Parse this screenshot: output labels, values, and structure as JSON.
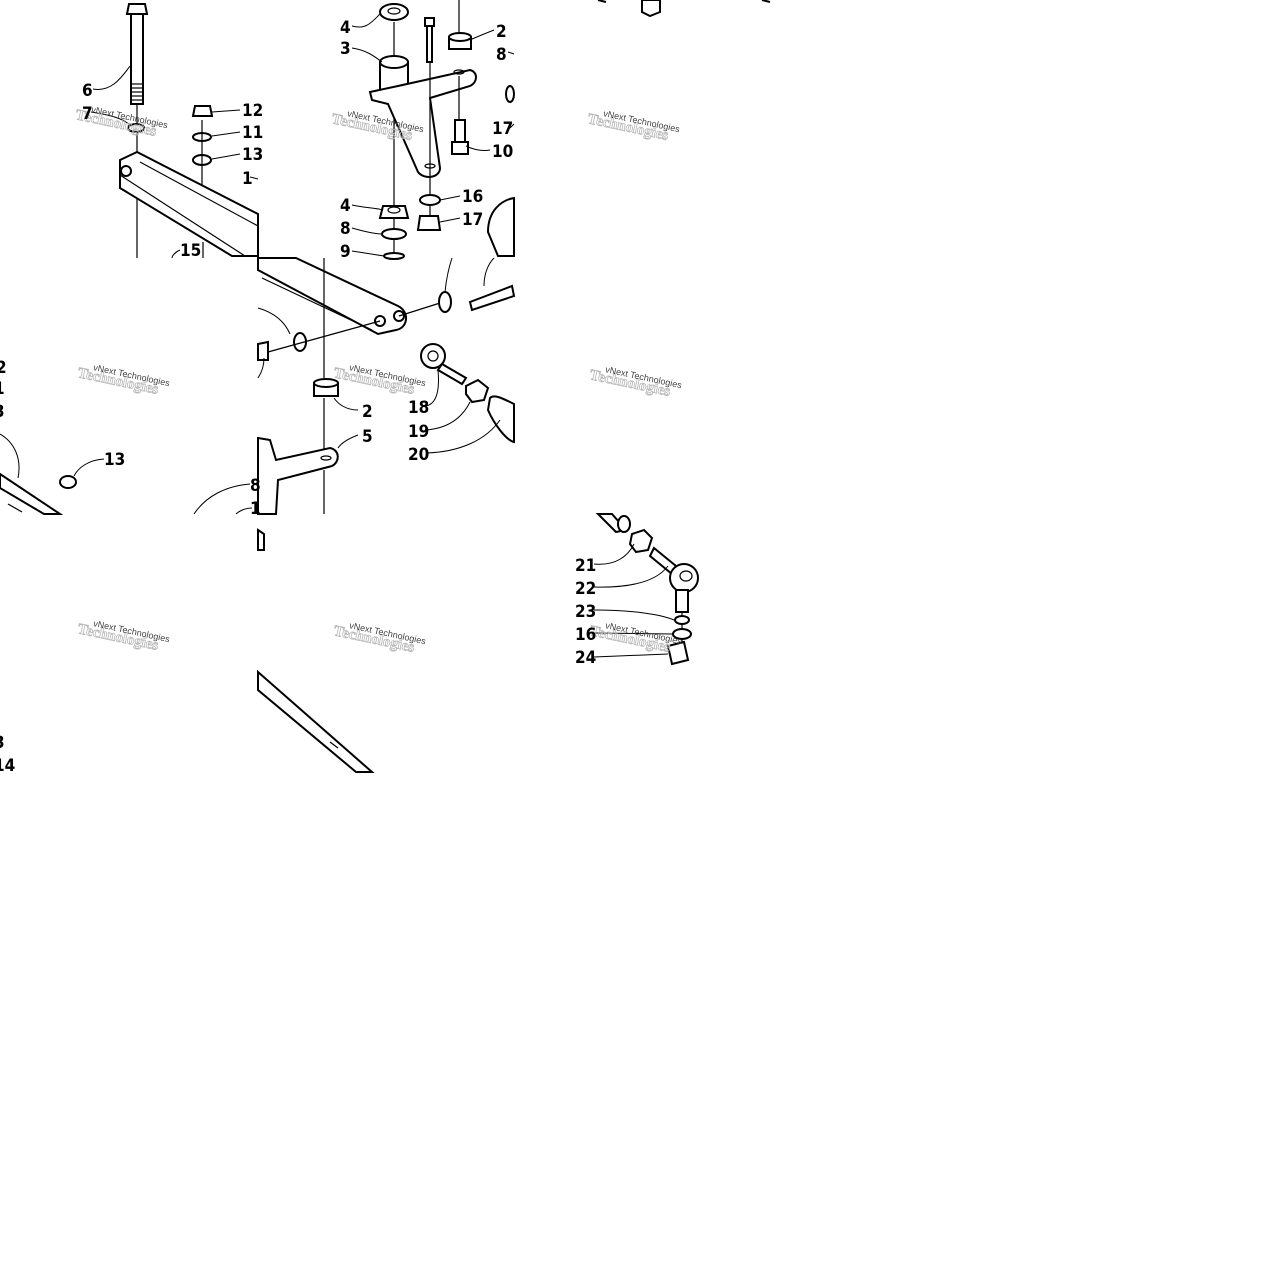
{
  "watermark": {
    "text": "vNext Technologies"
  },
  "callouts": [
    "6",
    "7",
    "12",
    "11",
    "13",
    "1",
    "15",
    "4",
    "3",
    "2",
    "8",
    "17",
    "10",
    "16",
    "17",
    "4",
    "8",
    "9",
    "2",
    "5",
    "18",
    "19",
    "20",
    "13",
    "8",
    "1",
    "21",
    "22",
    "23",
    "16",
    "24",
    "2",
    "1",
    "3",
    "3",
    "14"
  ]
}
